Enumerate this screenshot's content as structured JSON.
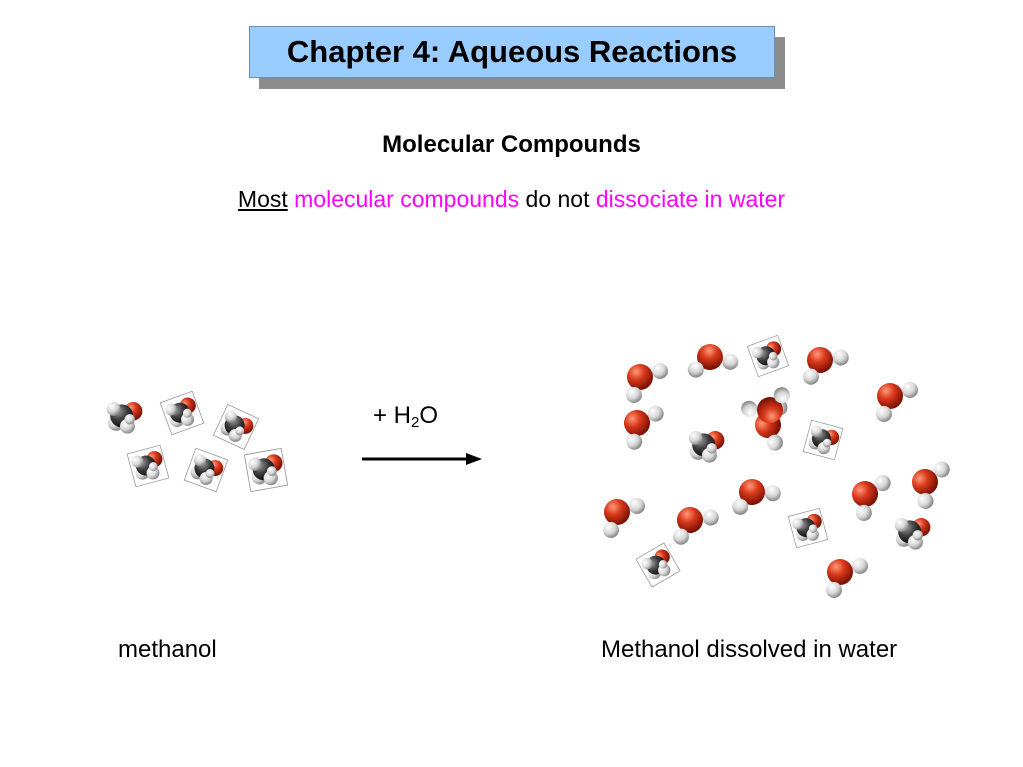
{
  "slide": {
    "title": "Chapter 4: Aqueous Reactions",
    "heading": "Molecular Compounds",
    "statement": {
      "most": "Most",
      "term": "molecular compounds",
      "middle": "do not",
      "action": "dissociate in water"
    },
    "reagent": {
      "prefix": "+ H",
      "subscript": "2",
      "suffix": "O"
    },
    "left_label": "methanol",
    "right_label": "Methanol dissolved in water"
  },
  "colors": {
    "title_bg": "#99ccff",
    "title_shadow": "#8c8c8c",
    "highlight": "#ff00ff",
    "oxygen": "#cc2a10",
    "hydrogen": "#e6e6e6",
    "carbon": "#3a3a3a"
  }
}
